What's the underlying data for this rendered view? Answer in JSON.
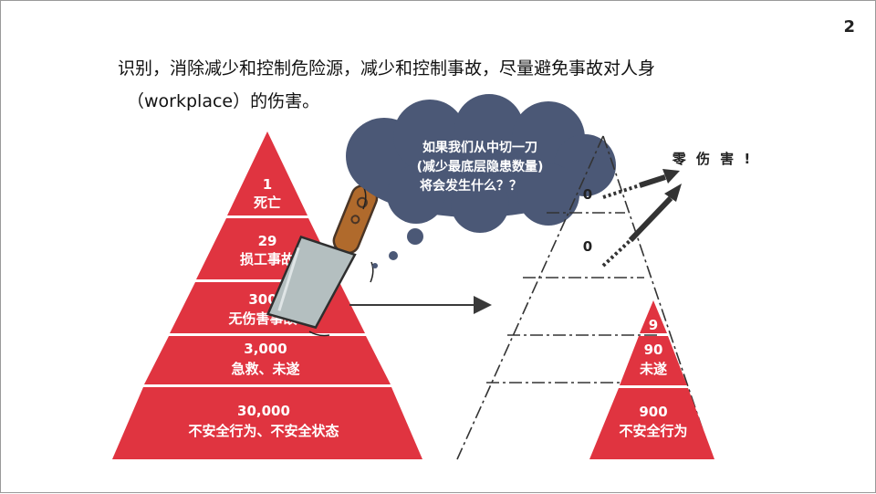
{
  "page_number": "2",
  "heading": {
    "line1": "识别，消除减少和控制危险源，减少和控制事故，尽量避免事故对人身",
    "line2": "（workplace）的伤害。"
  },
  "left_pyramid": {
    "tiers": [
      {
        "value": "1",
        "label": "死亡"
      },
      {
        "value": "29",
        "label": "损工事故"
      },
      {
        "value": "300",
        "label": "无伤害事故"
      },
      {
        "value": "3,000",
        "label": "急救、未遂"
      },
      {
        "value": "30,000",
        "label": "不安全行为、不安全状态"
      }
    ]
  },
  "thought_cloud": {
    "line1": "如果我们从中切一刀",
    "line2": "(减少最底层隐患数量)",
    "line3": "将会发生什么？？"
  },
  "reduced_pyramid": {
    "zero_top": "0",
    "zero_middle": "0",
    "tiers": [
      {
        "value": "9",
        "label": ""
      },
      {
        "value": "90",
        "label": "未遂"
      },
      {
        "value": "900",
        "label": "不安全行为"
      }
    ]
  },
  "goal_label": "零 伤 害 !",
  "colors": {
    "pyramid_red": "#e03440",
    "cloud": "#4b5876",
    "arrow": "#3a3a3a",
    "blade": "#b4bfc0",
    "handle": "#b06a2c"
  }
}
